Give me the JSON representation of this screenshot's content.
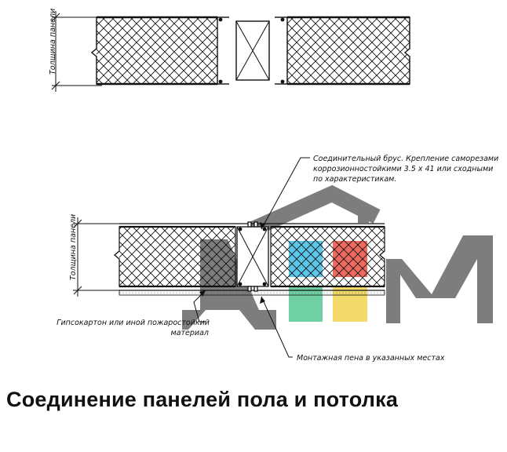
{
  "labels": {
    "panel_thickness_1": "Толщина панели",
    "panel_thickness_2": "Толщина панели",
    "connector_note": [
      "Соединительный брус. Крепление саморезами",
      "коррозионностойкими 3.5 х 41 или сходными",
      "по характеристикам."
    ],
    "drywall_note": [
      "Гипсокартон или иной пожаростойкий",
      "материал"
    ],
    "foam_note": "Монтажная пена в указанных местах"
  },
  "title": "Соединение панелей пола и потолка",
  "colors": {
    "line": "#111111",
    "watermark_gray": "#7d7d7d",
    "watermark_blue": "#5bc6e8",
    "watermark_red": "#ee6a5e",
    "watermark_green": "#6fd0a4",
    "watermark_yellow": "#f3da6a"
  },
  "watermark": {
    "icon": "house-logo-watermark"
  }
}
